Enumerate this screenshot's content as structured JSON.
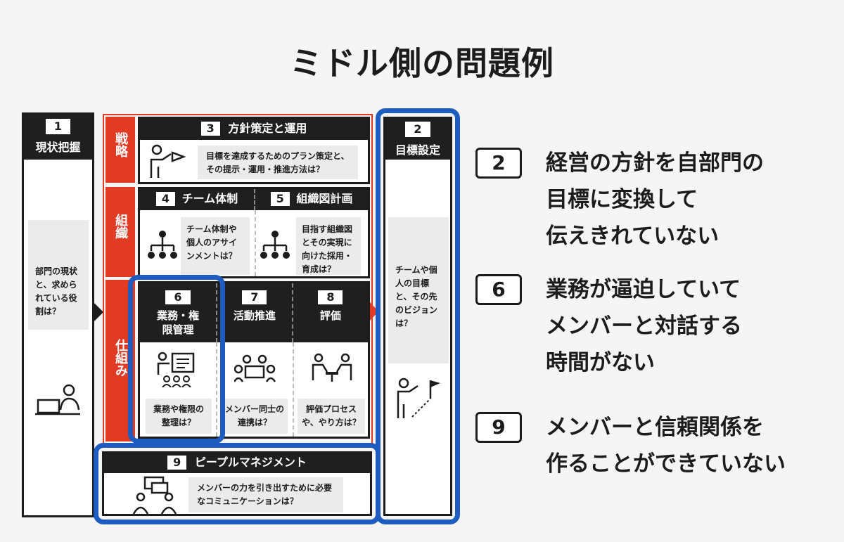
{
  "title": "ミドル側の問題例",
  "left_col": {
    "num": "1",
    "label": "現状把握",
    "bubble": "部門の現状と、求められている役割は？"
  },
  "right_col": {
    "num": "2",
    "label": "目標設定",
    "bubble": "チームや個人の目標と、その先のビジョンは？"
  },
  "rows": {
    "strategy": {
      "side": "戦略",
      "num": "3",
      "label": "方針策定と運用",
      "bubble": "目標を達成するためのプラン策定と、その提示・運用・推進方法は？"
    },
    "org": {
      "side": "組織",
      "items": [
        {
          "num": "4",
          "label": "チーム体制",
          "bubble": "チーム体制や個人のアサインメントは？"
        },
        {
          "num": "5",
          "label": "組織図計画",
          "bubble": "目指す組織図とその実現に向けた採用・育成は？"
        }
      ]
    },
    "mech": {
      "side": "仕組み",
      "items": [
        {
          "num": "6",
          "label": "業務・権限管理",
          "bubble": "業務や権限の整理は？"
        },
        {
          "num": "7",
          "label": "活動推進",
          "bubble": "メンバー同士の連携は？"
        },
        {
          "num": "8",
          "label": "評価",
          "bubble": "評価プロセスや、やり方は？"
        }
      ]
    }
  },
  "people": {
    "num": "9",
    "label": "ピープルマネジメント",
    "bubble": "メンバーの力を引き出すために必要なコミュニケーションは？"
  },
  "issues": [
    {
      "num": "2",
      "lines": [
        "経営の方針を自部門の",
        "目標に変換して",
        "伝えきれていない"
      ]
    },
    {
      "num": "6",
      "lines": [
        "業務が逼迫していて",
        "メンバーと対話する",
        "時間がない"
      ]
    },
    {
      "num": "9",
      "lines": [
        "メンバーと信頼関係を",
        "作ることができていない"
      ]
    }
  ]
}
